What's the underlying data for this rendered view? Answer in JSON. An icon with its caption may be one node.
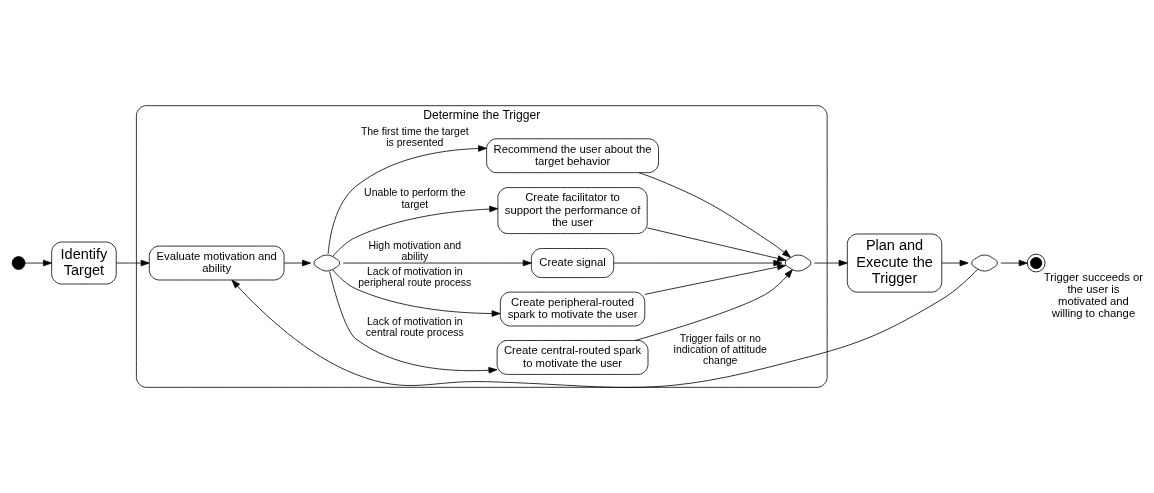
{
  "diagram": {
    "nodes": [
      {
        "text": [],
        "shape": "circle"
      },
      {
        "text": [
          "Identify Target"
        ]
      },
      {
        "text": [
          "Determine the Trigger"
        ]
      },
      {
        "text": [
          "Evaluate motivation and ability"
        ],
        "in": 2
      },
      {
        "text": [],
        "shape": "diamond",
        "in": 2
      },
      {
        "text": [
          "Create central-routed spark to motivate the user"
        ],
        "in": 2
      },
      {
        "text": [
          "Create peripheral-routed spark to motivate the user"
        ],
        "in": 2
      },
      {
        "text": [
          "Create signal"
        ],
        "in": 2
      },
      {
        "text": [
          "Create facilitator to support the performance of the user"
        ],
        "in": 2
      },
      {
        "text": [
          "Recommend the user about the target behavior"
        ],
        "in": 2
      },
      {
        "text": [],
        "shape": "diamond",
        "in": 2
      },
      {
        "text": [
          "Plan and Execute the Trigger"
        ]
      },
      {
        "text": [],
        "shape": "diamond"
      },
      {
        "text": [],
        "shape": "bullseye",
        "beside": [
          "Trigger succeeds or the user is motivated and willing to change"
        ]
      }
    ],
    "edges": [
      {
        "from": 0,
        "to": 1,
        "arrow": "to"
      },
      {
        "from": 1,
        "to": 3,
        "arrow": "to"
      },
      {
        "from": 3,
        "to": 4,
        "arrow": "to"
      },
      {
        "from": 4,
        "to": 5,
        "arrow": "to",
        "label": "Lack of motivation in central route process"
      },
      {
        "from": 4,
        "to": 6,
        "arrow": "to",
        "label": "Lack of motivation in peripheral route process"
      },
      {
        "from": 4,
        "to": 7,
        "arrow": "to",
        "label": "High motivation and ability"
      },
      {
        "from": 4,
        "to": 8,
        "arrow": "to",
        "label": "Unable to perform the target"
      },
      {
        "from": 4,
        "to": 9,
        "arrow": "to",
        "label": "The first time the target is presented"
      },
      {
        "from": 5,
        "to": 10,
        "arrow": "to"
      },
      {
        "from": 6,
        "to": 10,
        "arrow": "to"
      },
      {
        "from": 7,
        "to": 10,
        "arrow": "to"
      },
      {
        "from": 8,
        "to": 10,
        "arrow": "to"
      },
      {
        "from": 9,
        "to": 10,
        "arrow": "to"
      },
      {
        "from": 10,
        "to": 11,
        "arrow": "to"
      },
      {
        "from": 11,
        "to": 12,
        "arrow": "to"
      },
      {
        "from": 12,
        "to": 13,
        "arrow": "to"
      },
      {
        "from": 12,
        "to": 3,
        "arrow": "to",
        "label": "Trigger fails or no indication of attitude change"
      }
    ]
  }
}
